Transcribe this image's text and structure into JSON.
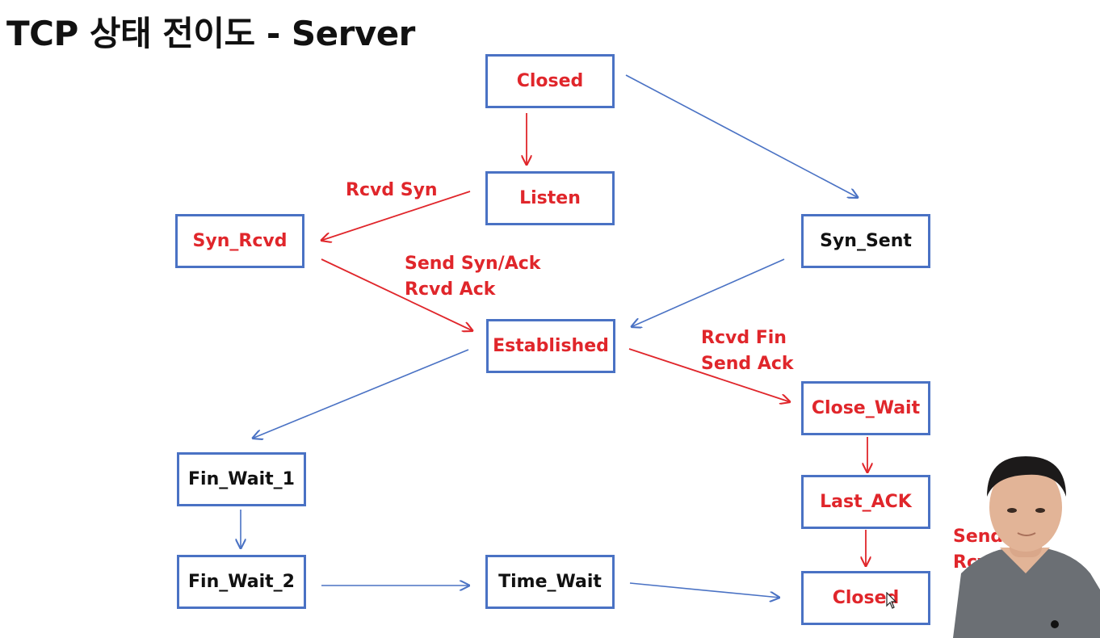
{
  "title": "TCP 상태 전이도 - Server",
  "states": {
    "closed_top": "Closed",
    "listen": "Listen",
    "syn_rcvd": "Syn_Rcvd",
    "syn_sent": "Syn_Sent",
    "established": "Established",
    "close_wait": "Close_Wait",
    "last_ack": "Last_ACK",
    "fin_wait_1": "Fin_Wait_1",
    "fin_wait_2": "Fin_Wait_2",
    "time_wait": "Time_Wait",
    "closed_bottom": "Closed"
  },
  "labels": {
    "rcvd_syn": "Rcvd Syn",
    "send_syn_ack": [
      "Send Syn/Ack",
      "Rcvd Ack"
    ],
    "rcvd_fin": [
      "Rcvd Fin",
      "Send Ack"
    ],
    "send_fin_partial": [
      "Send Fin",
      "Rcvd Ack"
    ]
  },
  "colors": {
    "server_path": "#e0262b",
    "client_path": "#4a72c4",
    "box_border": "#4a72c4"
  },
  "icons": {
    "cursor": "mouse-pointer-icon"
  }
}
